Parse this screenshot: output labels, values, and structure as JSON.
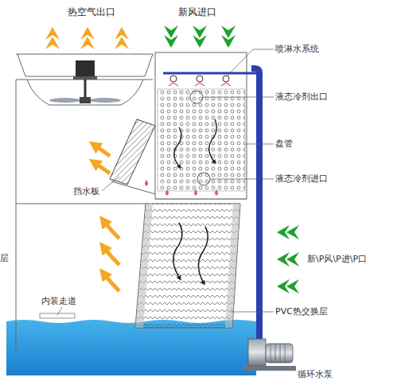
{
  "diagram": {
    "labels": [
      "热空气出口",
      "新风进口",
      "喷淋水系统",
      "液态冷剂出口",
      "盘管",
      "液态冷剂进口",
      "挡水板",
      "新\\P风\\P进\\P口",
      "内装走道",
      "PVC热交换层",
      "循环水泵",
      "层"
    ]
  }
}
